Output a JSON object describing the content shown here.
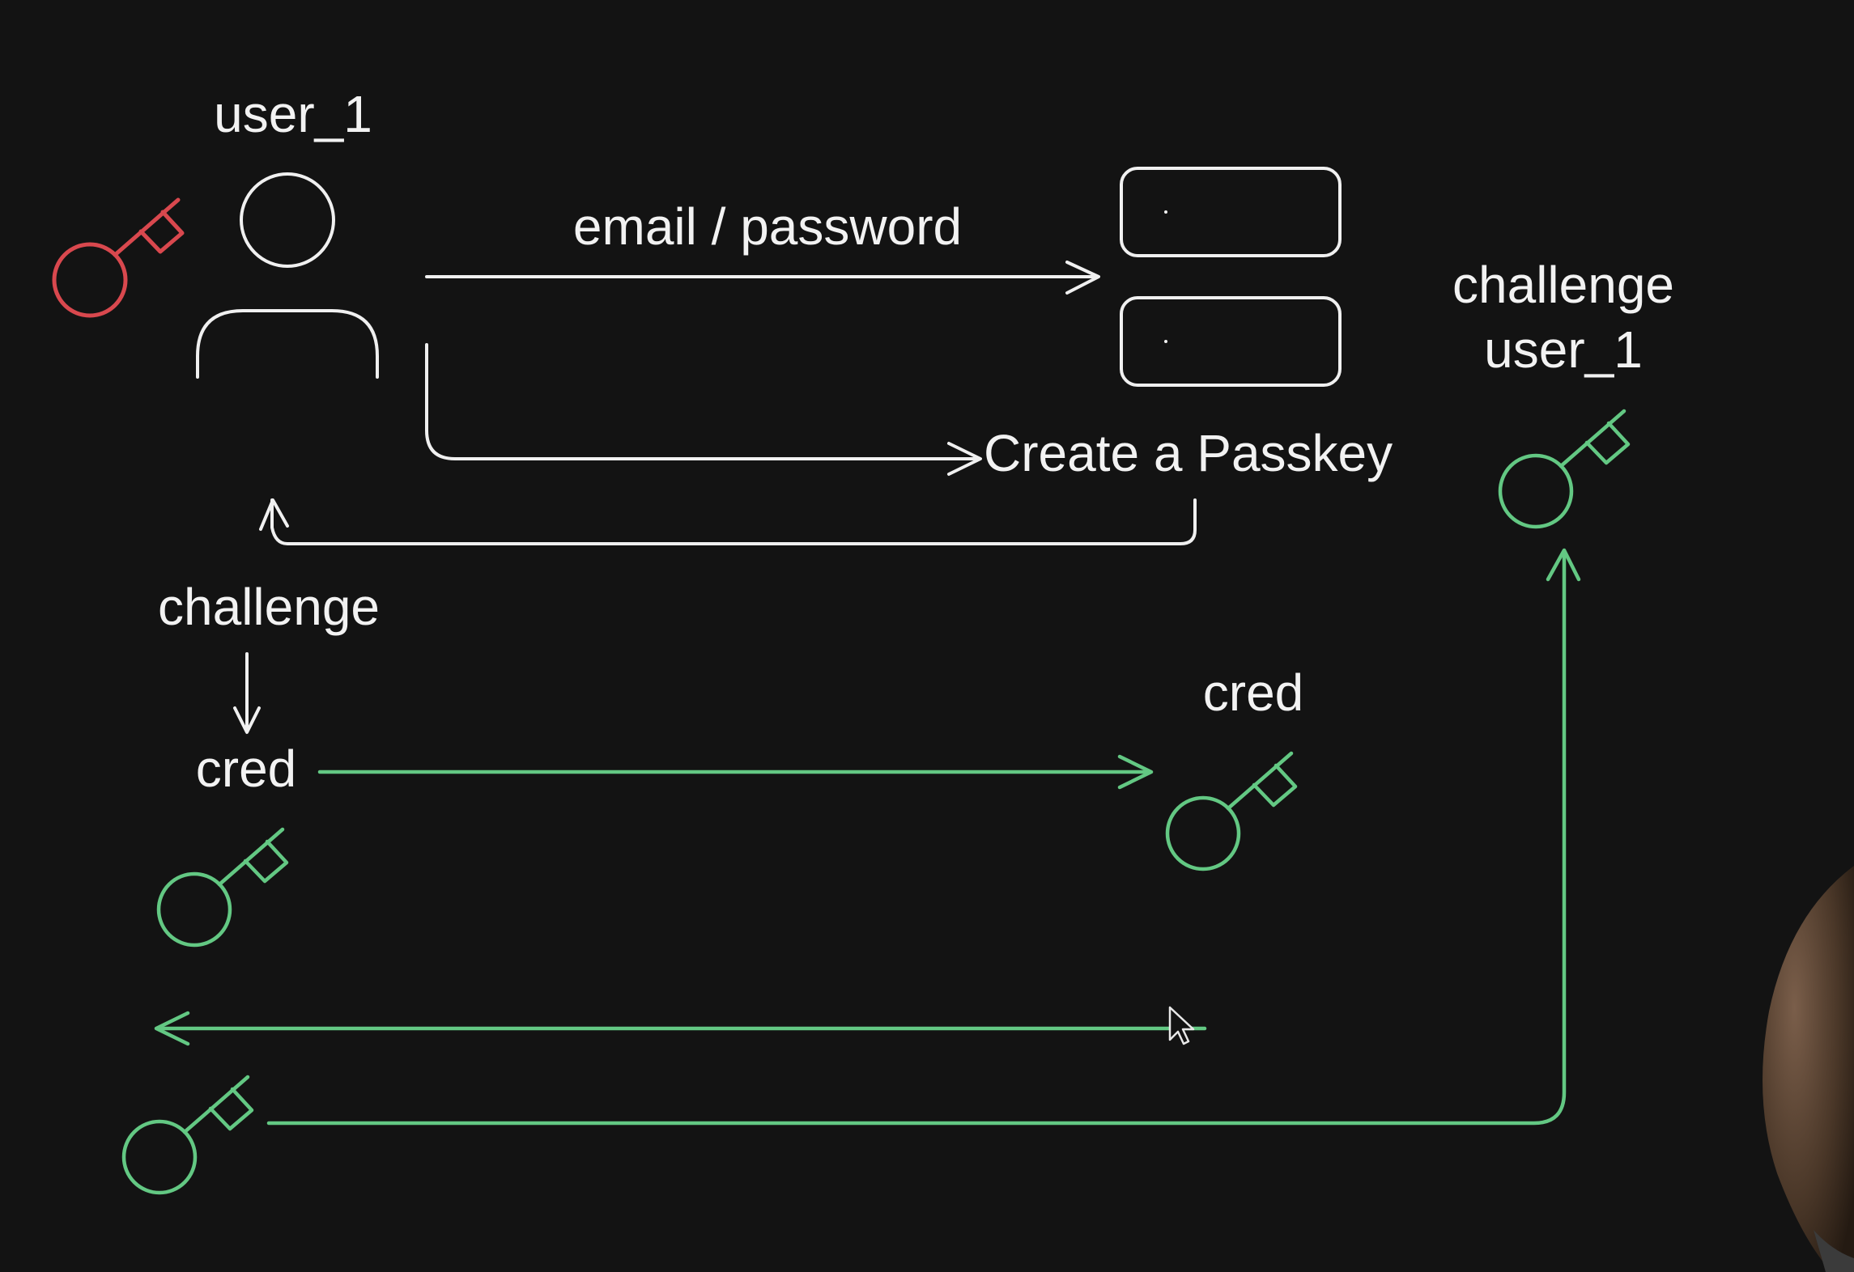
{
  "diagram": {
    "user_label": "user_1",
    "arrow_login_label": "email / password",
    "create_passkey_label": "Create a Passkey",
    "challenge_label_left": "challenge",
    "cred_label_left": "cred",
    "cred_label_right": "cred",
    "challenge_label_right": "challenge",
    "user_label_right": "user_1"
  },
  "colors": {
    "background": "#131313",
    "ink": "#f0f0f0",
    "key_revoked": "#d9484e",
    "key_passkey": "#63c883"
  },
  "icons": [
    "user-icon",
    "key-icon",
    "input-field-icon",
    "mouse-cursor-icon"
  ]
}
